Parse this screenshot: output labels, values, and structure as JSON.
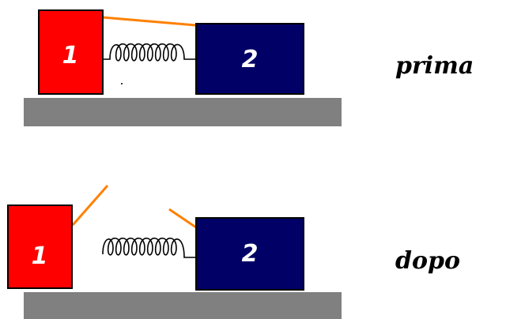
{
  "before": {
    "label": "prima",
    "block1": "1",
    "block2": "2"
  },
  "after": {
    "label": "dopo",
    "block1": "1",
    "block2": "2"
  },
  "colors": {
    "block1": "#ff0000",
    "block2": "#000066",
    "floor": "#808080",
    "string": "#ff8000",
    "spring": "#000000"
  }
}
